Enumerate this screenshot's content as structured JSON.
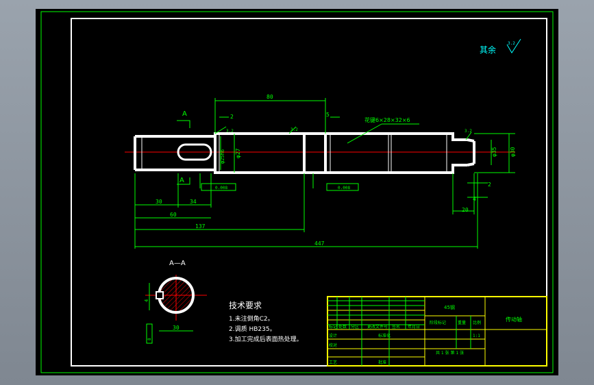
{
  "surface_finish": {
    "label": "其余",
    "value": "3.2"
  },
  "section": {
    "label": "A",
    "view_title": "A—A"
  },
  "dims": {
    "top_80": "80",
    "top_2": "2",
    "top_5": "5",
    "dia_27": "φ27",
    "dia_left": "φ25h6",
    "dia_35": "φ35",
    "dia_30": "φ30",
    "right_2": "2",
    "right_4": "4",
    "right_20": "20",
    "b_30": "30",
    "b_34": "34",
    "b_60": "60",
    "b_137": "137",
    "b_447": "447",
    "sec_30": "30",
    "sec_8": "8",
    "sec_4": "4"
  },
  "callouts": {
    "spline": "花键6×28×32×6",
    "tol_left": "0.008",
    "tol_mid": "0.008",
    "rough1": "3.2",
    "rough2": "3.2",
    "rough3": "3.2"
  },
  "tech": {
    "title": "技术要求",
    "lines": [
      "1.未注倒角C2。",
      "2.调质 HB235。",
      "3.加工完成后表面热处理。"
    ]
  },
  "titleblock": {
    "material": "45钢",
    "name": "传动轴",
    "scale": "1:1",
    "h_scale": "比例",
    "h_weight": "重量",
    "h_stage": "阶段标记",
    "r_mark": "标记",
    "r_count": "处数",
    "r_zone": "分区",
    "r_doc": "更改文件号",
    "r_sign": "签名",
    "r_date": "年月日",
    "r_design": "设计",
    "r_check": "校对",
    "r_std": "标准化",
    "r_process": "工艺",
    "r_approve": "批准",
    "sheets": "共 1 张  第 1 张"
  }
}
